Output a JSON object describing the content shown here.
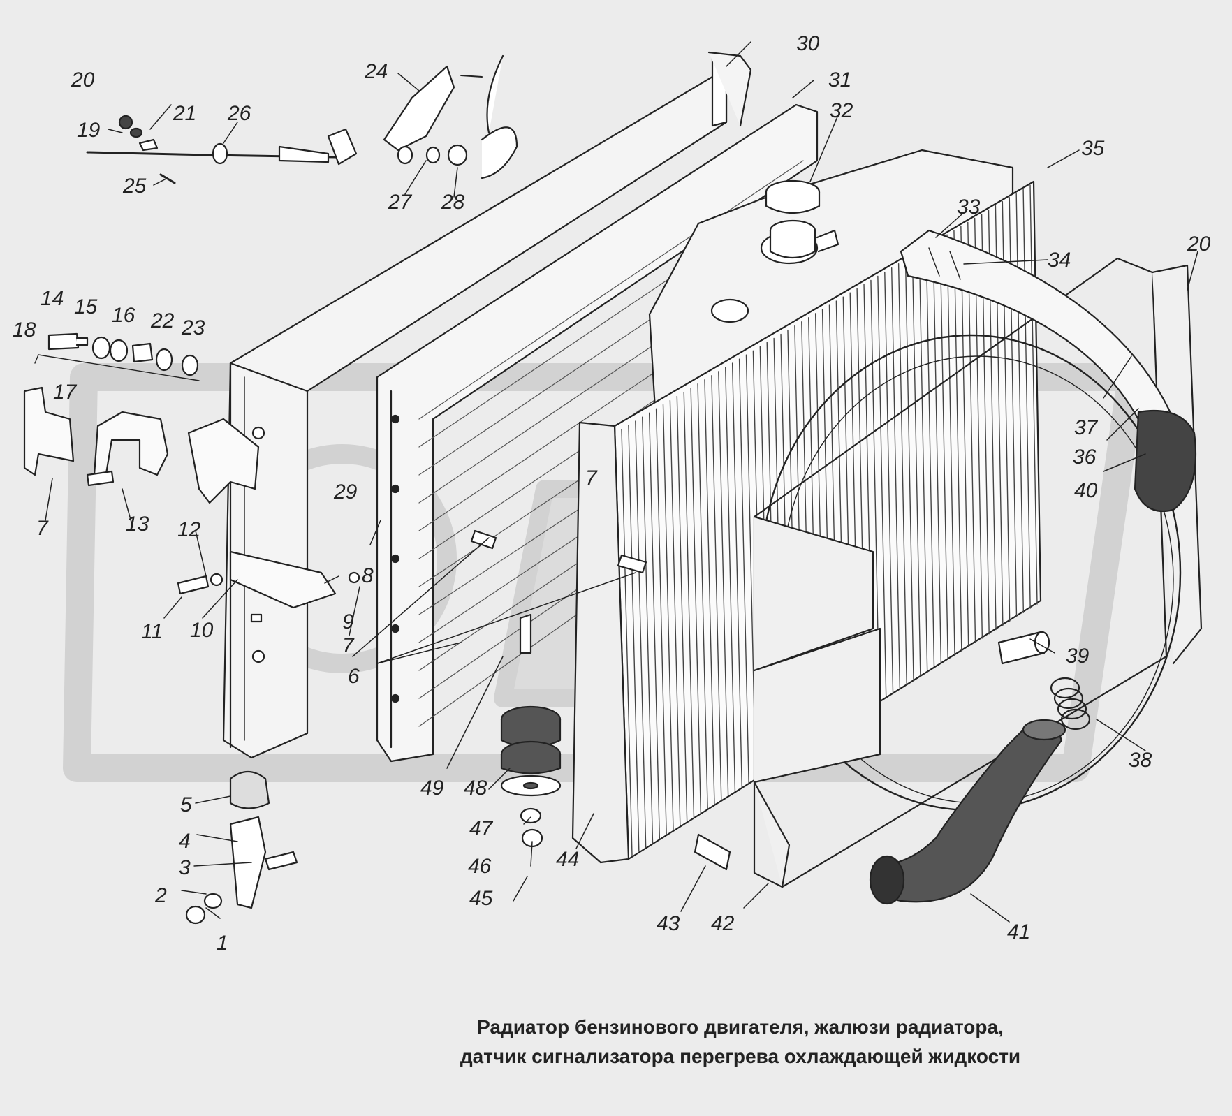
{
  "diagram": {
    "caption": {
      "line1": "Радиатор бензинового двигателя, жалюзи радиатора,",
      "line2": "датчик сигнализатора перегрева охлаждающей жидкости"
    },
    "callouts": [
      {
        "n": "1"
      },
      {
        "n": "2"
      },
      {
        "n": "3"
      },
      {
        "n": "4"
      },
      {
        "n": "5"
      },
      {
        "n": "6"
      },
      {
        "n": "7"
      },
      {
        "n": "7"
      },
      {
        "n": "7"
      },
      {
        "n": "8"
      },
      {
        "n": "9"
      },
      {
        "n": "10"
      },
      {
        "n": "11"
      },
      {
        "n": "12"
      },
      {
        "n": "13"
      },
      {
        "n": "14"
      },
      {
        "n": "15"
      },
      {
        "n": "16"
      },
      {
        "n": "17"
      },
      {
        "n": "18"
      },
      {
        "n": "19"
      },
      {
        "n": "20"
      },
      {
        "n": "20"
      },
      {
        "n": "21"
      },
      {
        "n": "22"
      },
      {
        "n": "23"
      },
      {
        "n": "24"
      },
      {
        "n": "25"
      },
      {
        "n": "26"
      },
      {
        "n": "27"
      },
      {
        "n": "28"
      },
      {
        "n": "29"
      },
      {
        "n": "30"
      },
      {
        "n": "31"
      },
      {
        "n": "32"
      },
      {
        "n": "33"
      },
      {
        "n": "34"
      },
      {
        "n": "35"
      },
      {
        "n": "36"
      },
      {
        "n": "37"
      },
      {
        "n": "38"
      },
      {
        "n": "39"
      },
      {
        "n": "40"
      },
      {
        "n": "41"
      },
      {
        "n": "42"
      },
      {
        "n": "43"
      },
      {
        "n": "44"
      },
      {
        "n": "45"
      },
      {
        "n": "46"
      },
      {
        "n": "47"
      },
      {
        "n": "48"
      },
      {
        "n": "49"
      }
    ],
    "colors": {
      "background": "#ececec",
      "ink": "#222222",
      "watermark": "#d4d4d4"
    }
  }
}
